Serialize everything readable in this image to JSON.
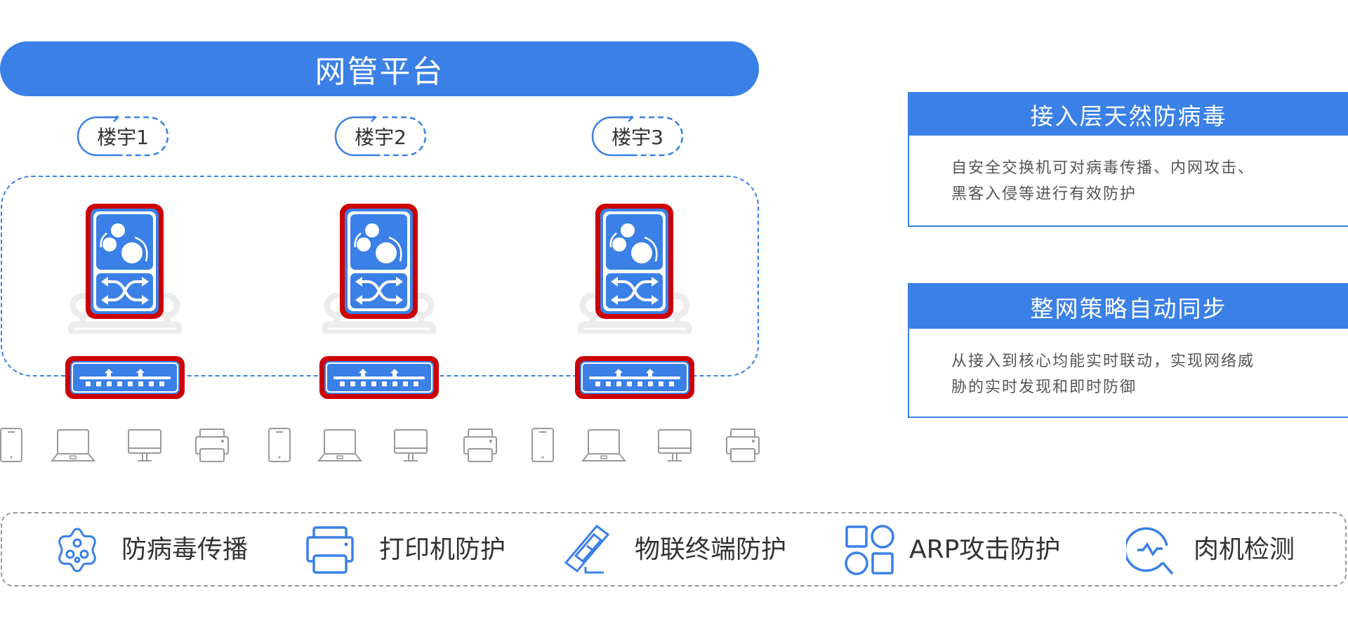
{
  "platform": {
    "title": "网管平台"
  },
  "buildings": [
    {
      "label": "楼宇1"
    },
    {
      "label": "楼宇2"
    },
    {
      "label": "楼宇3"
    }
  ],
  "device_icons": [
    "phone-icon",
    "laptop-icon",
    "monitor-icon",
    "printer-icon"
  ],
  "panels": [
    {
      "title": "接入层天然防病毒",
      "lines": [
        "自安全交换机可对病毒传播、内网攻击、",
        "黑客入侵等进行有效防护"
      ]
    },
    {
      "title": "整网策略自动同步",
      "lines": [
        "从接入到核心均能实时联动，实现网络威",
        "胁的实时发现和即时防御"
      ]
    }
  ],
  "features": [
    {
      "label": "防病毒传播",
      "icon": "virus-icon"
    },
    {
      "label": "打印机防护",
      "icon": "printer-icon"
    },
    {
      "label": "物联终端防护",
      "icon": "iot-terminal-icon"
    },
    {
      "label": "ARP攻击防护",
      "icon": "shapes-icon"
    },
    {
      "label": "肉机检测",
      "icon": "magnifier-pulse-icon"
    }
  ],
  "colors": {
    "accent": "#3a80e6",
    "alert": "#cc0000",
    "device_gray": "#9a9a9a"
  }
}
